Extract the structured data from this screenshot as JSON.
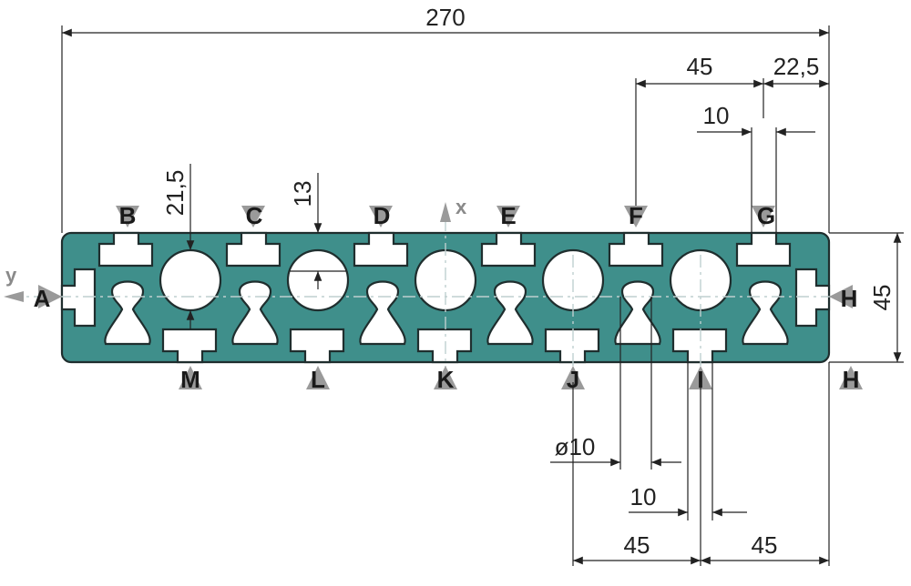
{
  "dimensions": {
    "overall_width": "270",
    "pitch_top": "45",
    "edge_offset": "22,5",
    "slot_width_top": "10",
    "hole_offset": "21,5",
    "hole_height": "13",
    "height": "45",
    "bore_diameter": "ø10",
    "slot_width_bottom": "10",
    "pitch_bottom_left": "45",
    "pitch_bottom_right": "45"
  },
  "axes": {
    "x": "x",
    "y": "y"
  },
  "slot_labels": {
    "top": [
      "B",
      "C",
      "D",
      "E",
      "F",
      "G"
    ],
    "bottom": [
      "M",
      "L",
      "K",
      "J",
      "I",
      "H"
    ],
    "left": "A",
    "right": "H"
  },
  "colors": {
    "profile": "#3f8f8b",
    "outline": "#1f2e2e",
    "marker": "#9a9a9a"
  }
}
